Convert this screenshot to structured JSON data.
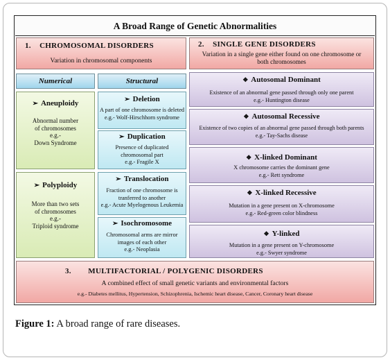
{
  "title": "A Broad Range of Genetic Abnormalities",
  "chromosomal": {
    "heading_num": "1.",
    "heading": "CHROMOSOMAL DISORDERS",
    "desc": "Variation in chromosomal components",
    "numerical_label": "Numerical",
    "structural_label": "Structural"
  },
  "aneuploidy": {
    "icon": "arrow-right-icon",
    "name": "Aneuploidy",
    "line1": "Abnormal number",
    "line2": "of chromosomes",
    "eg": "e.g.-",
    "example": "Down Syndrome"
  },
  "polyploidy": {
    "icon": "arrow-right-icon",
    "name": "Polyploidy",
    "line1": "More than two sets",
    "line2": "of chromosomes",
    "eg": "e.g.-",
    "example": "Triploid syndrome"
  },
  "deletion": {
    "name": "Deletion",
    "line1": "A part of one chromosome is deleted",
    "line2": "e.g.- Wolf-Hirschhorn syndrome"
  },
  "duplication": {
    "name": "Duplication",
    "line1": "Presence of duplicated",
    "line2": "chromosomal part",
    "line3": "e.g.- Fragile X"
  },
  "translocation": {
    "name": "Translocation",
    "line1": "Fraction of one chromosome is",
    "line2": "tranferred to another",
    "line3": "e.g.- Acute Myelogenous Leukemia"
  },
  "isochromosome": {
    "name": "Isochromosome",
    "line1": "Chromosomal arms are mirror",
    "line2": "images of each other",
    "line3": "e.g.- Neoplasia"
  },
  "single_gene": {
    "heading_num": "2.",
    "heading": "SINGLE GENE DISORDERS",
    "line1": "Variation in a single gene either found on one chromosome or",
    "line2": "both chromosomes"
  },
  "autosomal_dominant": {
    "name": "Autosomal Dominant",
    "line1": "Existence of an abnormal gene passed through only one parent",
    "line2": "e.g.- Huntington disease"
  },
  "autosomal_recessive": {
    "name": "Autosomal Recessive",
    "line1": "Existence of two copies of an abnormal gene passed through both parents",
    "line2": "e.g.- Tay-Sachs disease"
  },
  "x_dominant": {
    "name": "X-linked Dominant",
    "line1": "X chromosome carries the dominant gene",
    "line2": "e.g.- Rett syndrome"
  },
  "x_recessive": {
    "name": "X-linked Recessive",
    "line1": "Mutation in a gene present on X-chromosome",
    "line2": "e.g.- Red-green color blindness"
  },
  "y_linked": {
    "name": "Y-linked",
    "line1": "Mutation in a gene present on Y-chromosome",
    "line2": "e.g.- Swyer syndrome"
  },
  "multifactorial": {
    "heading_num": "3.",
    "heading": "MULTIFACTORIAL / POLYGENIC DISORDERS",
    "line1": "A combined effect of small genetic variants and environmental factors",
    "line2": "e.g.- Diabetes mellitus, Hypertension, Schizophrenia, Ischemic heart disease, Cancer, Coronary heart disease"
  },
  "caption": {
    "label": "Figure 1:",
    "text": "A broad range of rare diseases."
  },
  "icons": {
    "arrow": "➢",
    "diamond": "❖"
  }
}
